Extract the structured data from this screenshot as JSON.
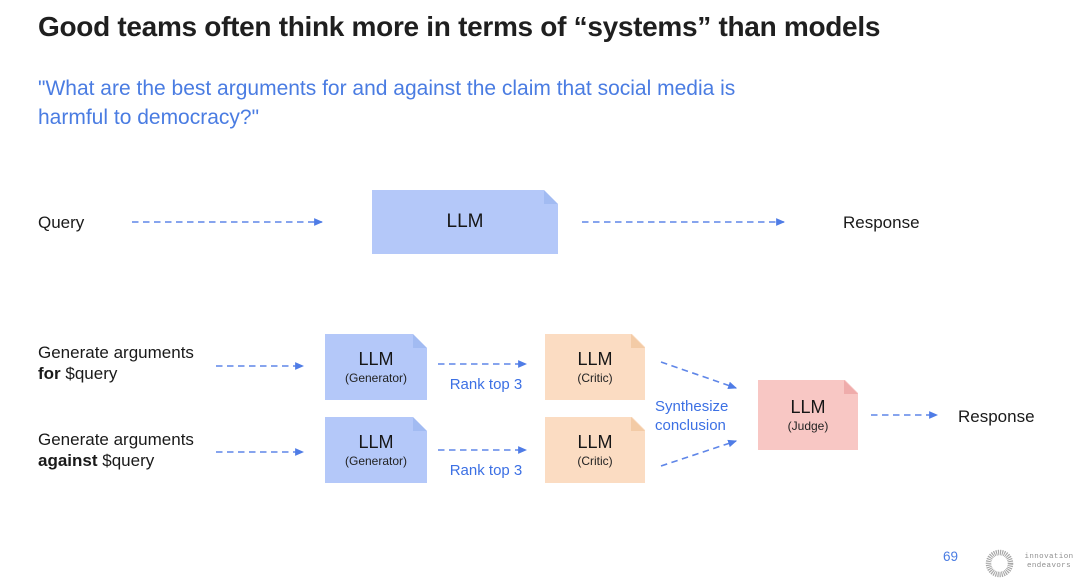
{
  "slide": {
    "title": "Good teams often think more in terms of “systems” than models",
    "quote_line1": "\"What are the best arguments for and against the claim that social media is",
    "quote_line2": "harmful to democracy?\"",
    "page_number": "69",
    "logo": {
      "line1": "innovation",
      "line2": "endeavors"
    }
  },
  "colors": {
    "accent_blue_text": "#4a7ce2",
    "arrow_blue": "#5f86e8",
    "generator_fill": "#b4c8f9",
    "critic_fill": "#fbdcc2",
    "judge_fill": "#f8c7c4"
  },
  "simple_flow": {
    "input_label": "Query",
    "llm_box": {
      "name": "LLM"
    },
    "output_label": "Response"
  },
  "system_flow": {
    "branch_for": {
      "line1": "Generate arguments",
      "bold": "for",
      "rest": " $query"
    },
    "branch_against": {
      "line1": "Generate arguments",
      "bold": "against",
      "rest": " $query"
    },
    "boxes": {
      "generator": {
        "name": "LLM",
        "role": "(Generator)"
      },
      "critic": {
        "name": "LLM",
        "role": "(Critic)"
      },
      "judge": {
        "name": "LLM",
        "role": "(Judge)"
      }
    },
    "rank_label": "Rank top 3",
    "synthesize_line1": "Synthesize",
    "synthesize_line2": "conclusion",
    "output_label": "Response"
  }
}
